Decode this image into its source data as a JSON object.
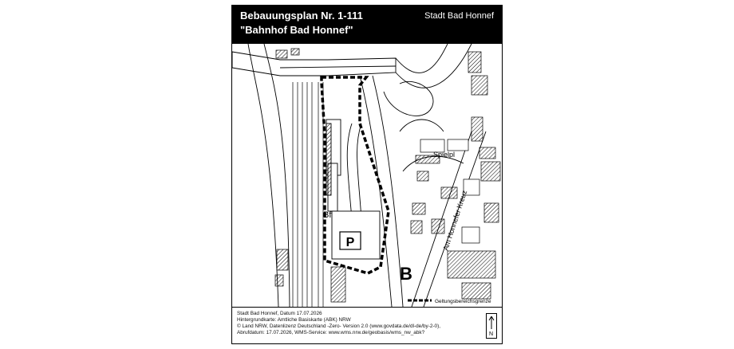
{
  "header": {
    "title_line1": "Bebauungsplan Nr. 1-111",
    "title_line2": "\"Bahnhof Bad Honnef\"",
    "city": "Stadt Bad Honnef"
  },
  "map": {
    "labels": {
      "playground": "Spielpl",
      "street": "Am Honnefer Kreuz",
      "station": "Bf",
      "parking": "P",
      "bus": "B"
    },
    "legend": {
      "boundary_label": "Geltungsbereichsgrenze"
    }
  },
  "footer": {
    "line1": "Stadt Bad Honnef, Datum 17.07.2026",
    "line2": "Hintergrundkarte: Amtliche Basiskarte (ABK) NRW",
    "line3": "© Land NRW, Datenlizenz Deutschland -Zero- Version 2.0 (www.govdata.de/dl-de/by-2-0),",
    "line4": "Abrufdatum: 17.07.2026, WMS-Service: www.wms.nrw.de/geobasis/wms_nw_abk?",
    "north": "N"
  },
  "colors": {
    "ink": "#000000",
    "paper": "#ffffff",
    "title_bar": "#000000"
  }
}
